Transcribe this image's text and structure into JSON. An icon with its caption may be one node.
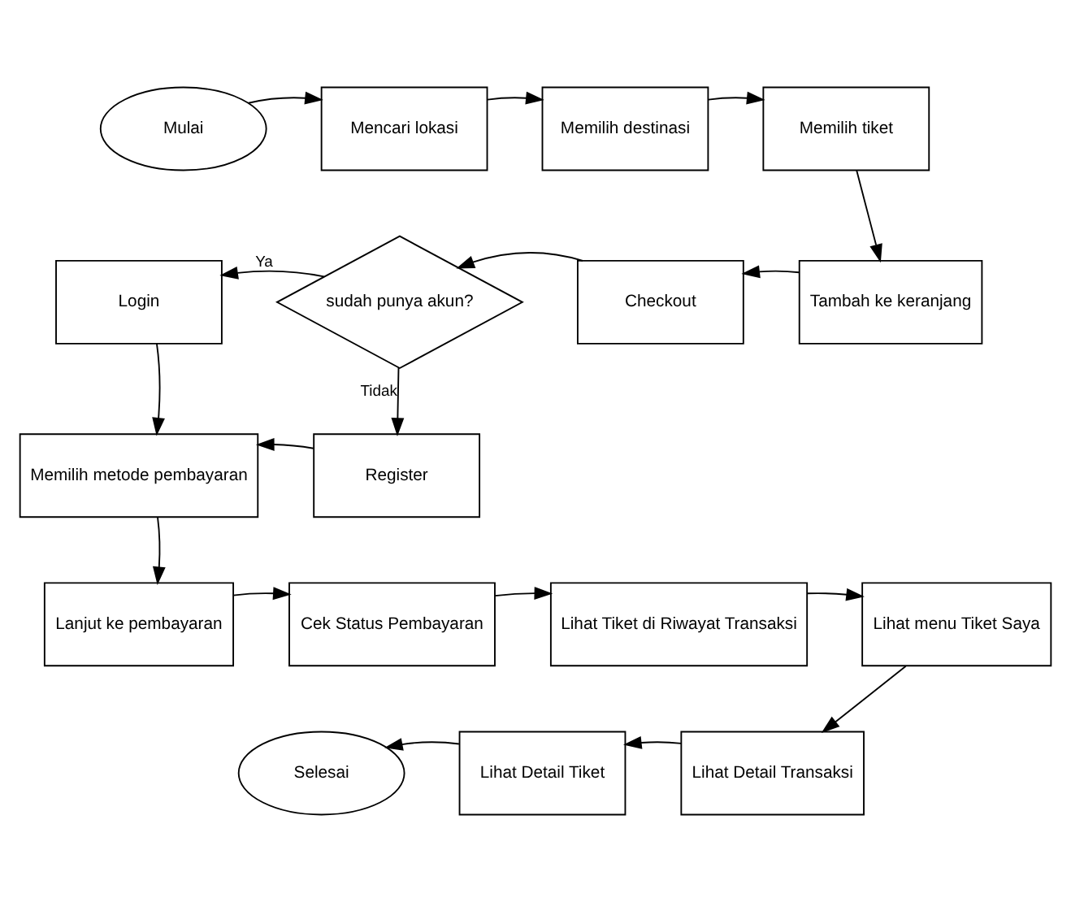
{
  "diagram": {
    "nodes": [
      {
        "text": [
          "Mulai"
        ]
      },
      {
        "text": [
          "Mencari lokasi"
        ]
      },
      {
        "text": [
          "Memilih destinasi"
        ]
      },
      {
        "text": [
          "Memilih tiket"
        ]
      },
      {
        "text": [
          "Tambah ke keranjang"
        ]
      },
      {
        "text": [
          "Checkout"
        ]
      },
      {
        "text": [
          "sudah punya akun?"
        ]
      },
      {
        "text": [
          "Login"
        ]
      },
      {
        "text": [
          "Register"
        ]
      },
      {
        "text": [
          "Memilih metode pembayaran"
        ]
      },
      {
        "text": [
          "Lanjut ke pembayaran"
        ]
      },
      {
        "text": [
          "Cek Status Pembayaran"
        ]
      },
      {
        "text": [
          "Lihat Tiket di Riwayat Transaksi"
        ]
      },
      {
        "text": [
          "Lihat menu Tiket Saya"
        ]
      },
      {
        "text": [
          "Lihat Detail Transaksi"
        ]
      },
      {
        "text": [
          "Lihat Detail Tiket"
        ]
      },
      {
        "text": [
          "Selesai"
        ]
      }
    ],
    "edges": [
      {
        "from": 0,
        "to": 1,
        "arrow": "to"
      },
      {
        "from": 1,
        "to": 2,
        "arrow": "to"
      },
      {
        "from": 2,
        "to": 3,
        "arrow": "to"
      },
      {
        "from": 3,
        "to": 4,
        "arrow": "to"
      },
      {
        "from": 4,
        "to": 5,
        "arrow": "to"
      },
      {
        "from": 5,
        "to": 6,
        "arrow": "to"
      },
      {
        "from": 6,
        "to": 7,
        "arrow": "to",
        "label": "Ya"
      },
      {
        "from": 6,
        "to": 8,
        "arrow": "to",
        "label": "Tidak"
      },
      {
        "from": 7,
        "to": 9,
        "arrow": "to"
      },
      {
        "from": 8,
        "to": 9,
        "arrow": "to"
      },
      {
        "from": 9,
        "to": 10,
        "arrow": "to"
      },
      {
        "from": 10,
        "to": 11,
        "arrow": "to"
      },
      {
        "from": 11,
        "to": 12,
        "arrow": "to"
      },
      {
        "from": 12,
        "to": 13,
        "arrow": "to"
      },
      {
        "from": 13,
        "to": 14,
        "arrow": "to"
      },
      {
        "from": 14,
        "to": 15,
        "arrow": "to"
      },
      {
        "from": 15,
        "to": 16,
        "arrow": "to"
      }
    ]
  }
}
